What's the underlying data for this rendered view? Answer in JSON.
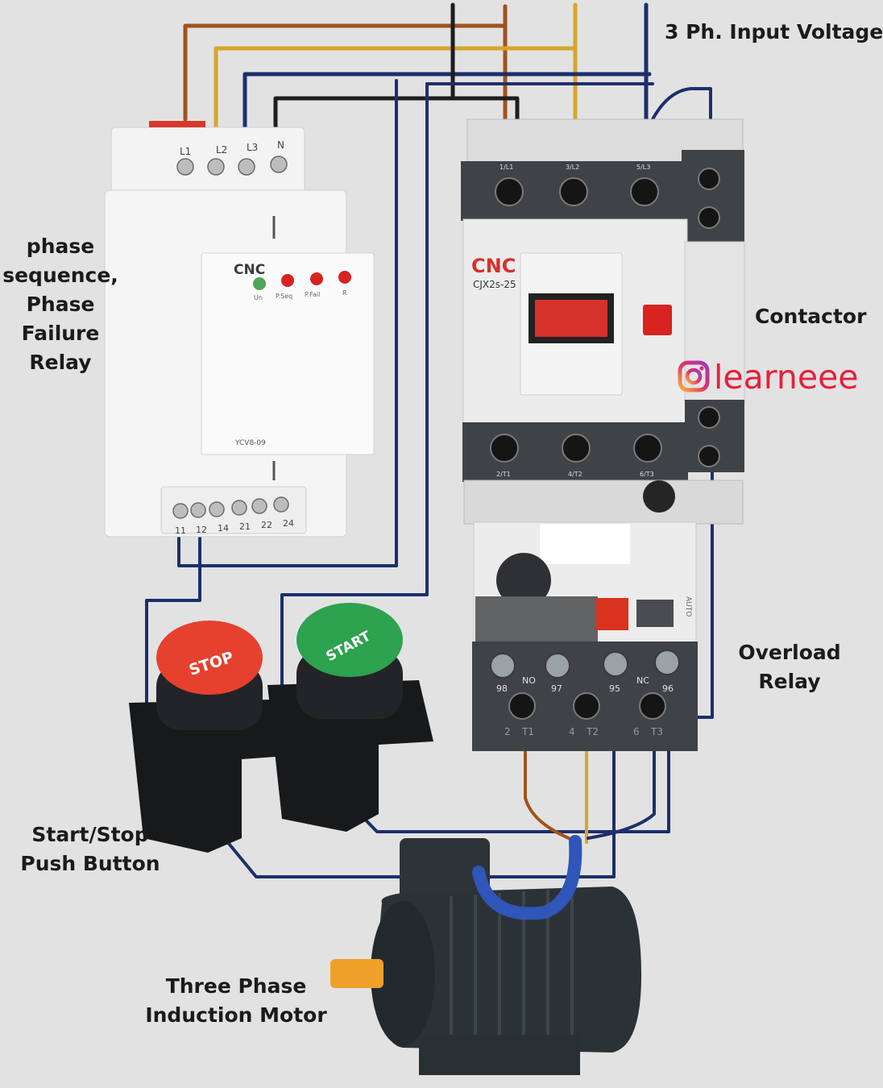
{
  "labels": {
    "input_voltage": "3 Ph. Input Voltage",
    "relay_line1": "phase",
    "relay_line2": "sequence,",
    "relay_line3": "Phase",
    "relay_line4": "Failure",
    "relay_line5": "Relay",
    "contactor": "Contactor",
    "overload_line1": "Overload",
    "overload_line2": "Relay",
    "pushbutton_line1": "Start/Stop",
    "pushbutton_line2": "Push Button",
    "motor_line1": "Three Phase",
    "motor_line2": "Induction Motor"
  },
  "watermark": {
    "handle": "learneee",
    "icon": "instagram-icon",
    "color": "#e5203a"
  },
  "relay_device": {
    "brand": "CNC",
    "model": "YCV8-09",
    "top_terminals": [
      "L1",
      "L2",
      "L3",
      "N"
    ],
    "led_labels": [
      "Un",
      "P.Seq",
      "P.Fail",
      "R"
    ],
    "bottom_terminals": [
      "11",
      "12",
      "14",
      "21",
      "22",
      "24"
    ]
  },
  "contactor_device": {
    "brand": "CNC",
    "model": "CJX2s-25",
    "top_terminals": [
      "1/L1",
      "3/L2",
      "5/L3"
    ],
    "bottom_terminals": [
      "2/T1",
      "4/T2",
      "6/T3"
    ]
  },
  "overload_device": {
    "terminal_labels": [
      "98",
      "NO",
      "97",
      "95",
      "NC",
      "96"
    ],
    "output_labels": [
      "2",
      "T1",
      "4",
      "T2",
      "6",
      "T3"
    ],
    "side_text": "AUTO"
  },
  "buttons": {
    "stop": "STOP",
    "start": "START"
  },
  "colors": {
    "wire_brown": "#a0531c",
    "wire_yellow": "#d6a62a",
    "wire_blue": "#1d2f6b",
    "wire_black": "#1e1e1e",
    "device_grey": "#3f4246",
    "stop_red": "#e5412e",
    "start_green": "#2da24f",
    "motor_body": "#2b3236",
    "shaft": "#f0a12a"
  }
}
